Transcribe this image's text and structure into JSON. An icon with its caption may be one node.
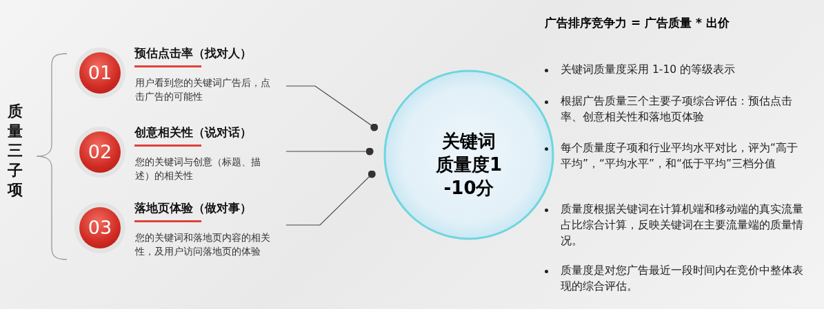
{
  "diagram": {
    "title": "广告排序竞争力 = 广告质量 * 出价",
    "nodes": [
      {
        "text": [
          "01",
          "预估点击率（找对人）",
          "用户看到您的关键词广告后，点击广告的可能性"
        ]
      },
      {
        "text": [
          "02",
          "创意相关性（说对话）",
          "您的关键词与创意（标题、描述）的相关性"
        ]
      },
      {
        "text": [
          "03",
          "落地页体验（做对事）",
          "您的关键词和落地页内容的相关性，及用户访问落地页的体验"
        ]
      },
      {
        "text": [
          "关键词质量度1-10分"
        ]
      }
    ],
    "edges": [
      {
        "from": 0,
        "to": 3,
        "arrow": "other"
      },
      {
        "from": 1,
        "to": 3,
        "arrow": "other"
      },
      {
        "from": 2,
        "to": 3,
        "arrow": "other"
      }
    ],
    "labels": [
      "质量三子项",
      "关键词质量度采用 1-10 的等级表示",
      "根据广告质量三个主要子项综合评估：预估点击率、创意相关性和落地页体验",
      "每个质量度子项和行业平均水平对比，评为“高于平均”，“平均水平”，和“低于平均”三档分值",
      "质量度根据关键词在计算机端和移动端的真实流量占比综合计算，反映关键词在主要流量端的质量情况。",
      "质量度是对您广告最近一段时间内在竞价中整体表现的综合评估。"
    ]
  }
}
